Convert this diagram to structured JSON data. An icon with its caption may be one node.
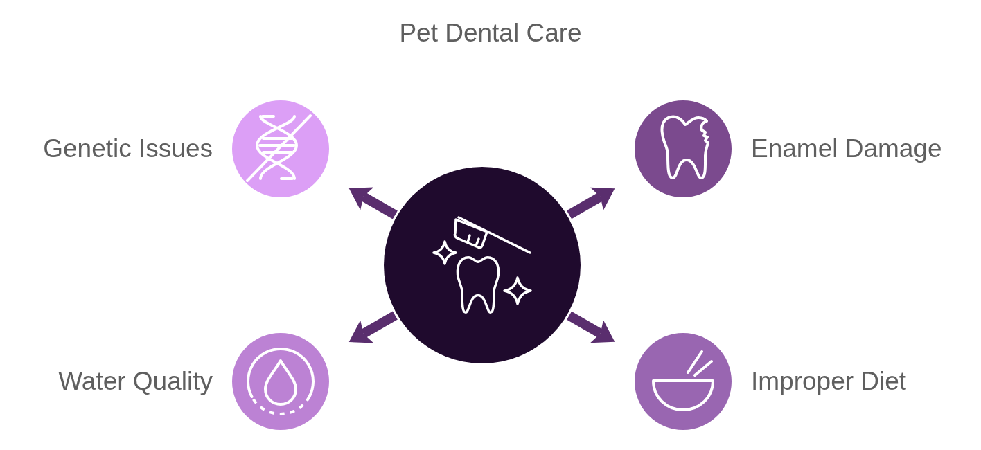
{
  "diagram": {
    "title": "Pet Dental Care",
    "nodes": [
      {
        "text": [
          "Genetic Issues"
        ]
      },
      {
        "text": [
          "Enamel Damage"
        ]
      },
      {
        "text": [],
        "shape": "circle"
      },
      {
        "text": [
          "Water Quality"
        ]
      },
      {
        "text": [
          "Improper Diet"
        ]
      }
    ],
    "edges": [
      {
        "from": 2,
        "to": 0,
        "arrow": "to"
      },
      {
        "from": 2,
        "to": 1,
        "arrow": "to"
      },
      {
        "from": 2,
        "to": 3,
        "arrow": "to"
      },
      {
        "from": 2,
        "to": 4,
        "arrow": "to"
      }
    ]
  }
}
